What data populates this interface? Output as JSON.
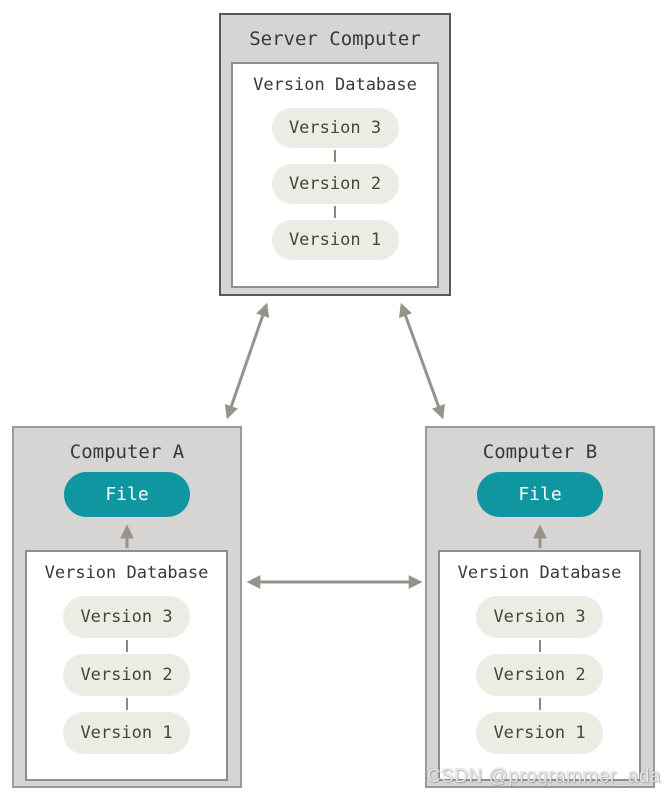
{
  "server": {
    "title": "Server Computer",
    "database": {
      "label": "Version Database",
      "versions": [
        "Version 3",
        "Version 2",
        "Version 1"
      ]
    }
  },
  "computer_a": {
    "title": "Computer A",
    "file_label": "File",
    "database": {
      "label": "Version Database",
      "versions": [
        "Version 3",
        "Version 2",
        "Version 1"
      ]
    }
  },
  "computer_b": {
    "title": "Computer B",
    "file_label": "File",
    "database": {
      "label": "Version Database",
      "versions": [
        "Version 3",
        "Version 2",
        "Version 1"
      ]
    }
  },
  "watermark": "CSDN @programmer_ada",
  "colors": {
    "machine_fill": "#d6d5d3",
    "server_border": "#5a5856",
    "computer_border": "#9a9a98",
    "inner_box_border": "#8f8e8a",
    "version_pill_fill": "#edece4",
    "version_pill_text": "#45443f",
    "file_pill_fill": "#0f96a0",
    "file_pill_text": "#ffffff",
    "arrow": "#98938a",
    "title_text": "#3a3937"
  }
}
